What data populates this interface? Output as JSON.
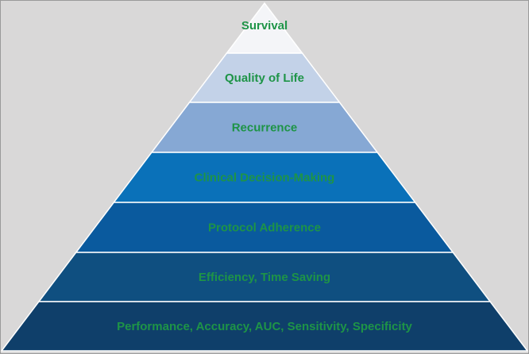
{
  "pyramid": {
    "tiers": [
      {
        "label": "Survival",
        "fill": "#f4f5f8",
        "text_color": "#1e9447"
      },
      {
        "label": "Quality of Life",
        "fill": "#c3d2e8",
        "text_color": "#1e9447"
      },
      {
        "label": "Recurrence",
        "fill": "#86a8d4",
        "text_color": "#1e9447"
      },
      {
        "label": "Clinical Decision-Making",
        "fill": "#0a71b9",
        "text_color": "#1e9447"
      },
      {
        "label": "Protocol Adherence",
        "fill": "#0a5a9e",
        "text_color": "#1e9447"
      },
      {
        "label": "Efficiency, Time Saving",
        "fill": "#0f4f80",
        "text_color": "#1e9447"
      },
      {
        "label": "Performance, Accuracy, AUC, Sensitivity, Specificity",
        "fill": "#0f3f6a",
        "text_color": "#1e9447"
      }
    ],
    "edge_color": "#ffffff",
    "background": "#d9d8d8"
  }
}
